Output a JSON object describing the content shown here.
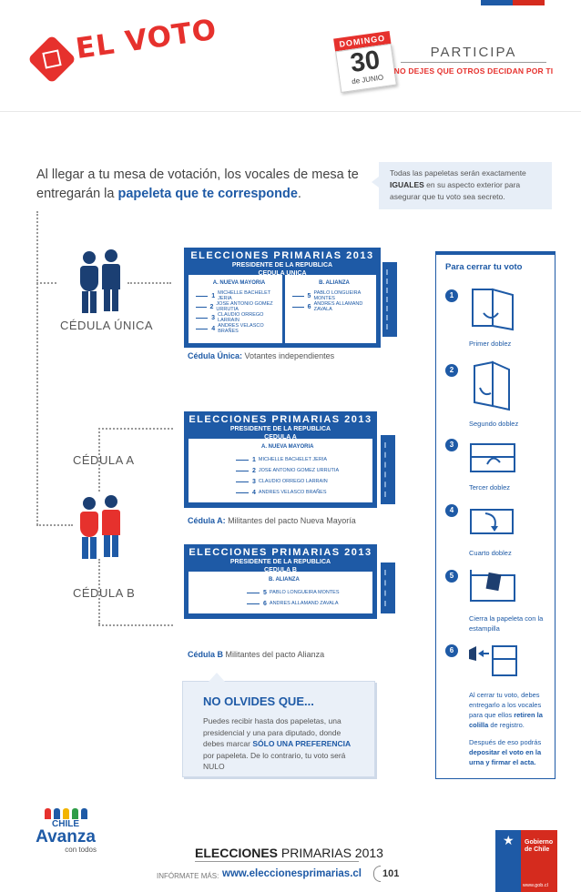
{
  "header": {
    "title": "EL VOTO",
    "calendar": {
      "weekday": "DOMINGO",
      "day": "30",
      "month": "de JUNIO"
    },
    "participa": "PARTICIPA",
    "participa_sub": "NO DEJES QUE OTROS DECIDAN POR TI"
  },
  "intro": {
    "text_start": "Al llegar a tu mesa de votación, los vocales de mesa te entregarán la ",
    "text_bold": "papeleta que te corresponde",
    "text_end": "."
  },
  "note": {
    "start": "Todas las papeletas serán exactamente ",
    "bold": "IGUALES",
    "end": " en su aspecto exterior para asegurar que tu voto sea secreto."
  },
  "labels": {
    "unica": "CÉDULA ÚNICA",
    "a": "CÉDULA A",
    "b": "CÉDULA B"
  },
  "ballots": {
    "unica": {
      "title": "ELECCIONES PRIMARIAS 2013",
      "sub1": "PRESIDENTE DE LA REPUBLICA",
      "sub2": "CEDULA UNICA",
      "col_a": "A. NUEVA MAYORIA",
      "col_b": "B. ALIANZA",
      "caption_bold": "Cédula Única:",
      "caption": " Votantes independientes"
    },
    "a": {
      "title": "ELECCIONES PRIMARIAS 2013",
      "sub1": "PRESIDENTE DE LA REPUBLICA",
      "sub2": "CEDULA   A",
      "col": "A. NUEVA MAYORIA",
      "caption_bold": "Cédula A:",
      "caption": " Militantes del pacto Nueva Mayoría"
    },
    "b": {
      "title": "ELECCIONES PRIMARIAS 2013",
      "sub1": "PRESIDENTE DE LA REPUBLICA",
      "sub2": "CEDULA   B",
      "col": "B. ALIANZA",
      "caption_bold": "Cédula B",
      "caption": " Militantes del pacto Alianza"
    }
  },
  "candidates": {
    "a": [
      {
        "num": "1",
        "name": "MICHELLE BACHELET JERIA"
      },
      {
        "num": "2",
        "name": "JOSE ANTONIO GOMEZ URRUTIA"
      },
      {
        "num": "3",
        "name": "CLAUDIO ORREGO LARRAIN"
      },
      {
        "num": "4",
        "name": "ANDRES VELASCO BRAÑES"
      }
    ],
    "b": [
      {
        "num": "5",
        "name": "PABLO LONGUEIRA MONTES"
      },
      {
        "num": "6",
        "name": "ANDRES ALLAMAND ZAVALA"
      }
    ]
  },
  "olvides": {
    "title": "NO OLVIDES QUE...",
    "start": "Puedes recibir hasta dos papeletas, una presidencial y una para diputado, donde debes marcar ",
    "bold": "SÓLO UNA PREFERENCIA",
    "end": " por papeleta. De lo contrario, tu voto será NULO"
  },
  "panel": {
    "title": "Para cerrar tu voto",
    "steps": [
      {
        "num": "1",
        "text": "Primer doblez"
      },
      {
        "num": "2",
        "text": "Segundo doblez"
      },
      {
        "num": "3",
        "text": "Tercer doblez"
      },
      {
        "num": "4",
        "text": "Cuarto doblez"
      },
      {
        "num": "5",
        "text": "Cierra la papeleta con la estampilla"
      },
      {
        "num": "6",
        "text": ""
      }
    ],
    "step6_p1_start": "Al cerrar tu voto, debes entregarlo a los vocales para que ellos ",
    "step6_p1_bold": "retiren la colilla",
    "step6_p1_end": " de registro.",
    "step6_p2_start": "Después de eso podrás ",
    "step6_p2_bold": "depositar el voto en la urna y firmar el acta."
  },
  "footer": {
    "logo_chile": "CHILE",
    "logo_avanza": "Avanza",
    "logo_contodos": "con todos",
    "title_bold": "ELECCIONES",
    "title_rest": " PRIMARIAS 2013",
    "info_label": "INFÓRMATE MÁS:",
    "url": "www.eleccionesprimarias.cl",
    "page": "101",
    "gob_line1": "Gobierno",
    "gob_line2": "de Chile",
    "gob_url": "www.gob.cl"
  },
  "colors": {
    "blue": "#1e5aa6",
    "red": "#e6312d",
    "panel_bg": "#e7eef7"
  }
}
